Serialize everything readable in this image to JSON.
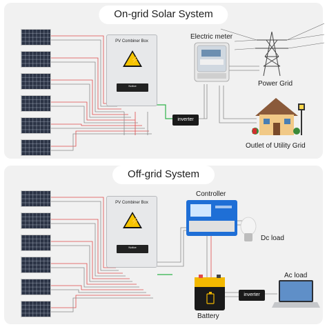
{
  "on_grid": {
    "title": "On-grid Solar System",
    "combiner_label": "PV Combiner Box",
    "notice_label": "Notice",
    "inverter_label": "inverter",
    "meter_label": "Electric meter",
    "power_grid_label": "Power Grid",
    "outlet_label": "Outlet of Utility Grid"
  },
  "off_grid": {
    "title": "Off-grid System",
    "combiner_label": "PV Combiner Box",
    "notice_label": "Notice",
    "controller_label": "Controller",
    "dc_load_label": "Dc load",
    "battery_label": "Battery",
    "inverter_label": "inverter",
    "ac_load_label": "Ac load"
  },
  "colors": {
    "background_section": "#f1f1f1",
    "wire_positive": "#e04a4a",
    "wire_negative": "#8a8a8a",
    "wire_ac": "#2fb24a",
    "controller_blue": "#1f6fd6",
    "battery_yellow": "#f2b800"
  }
}
